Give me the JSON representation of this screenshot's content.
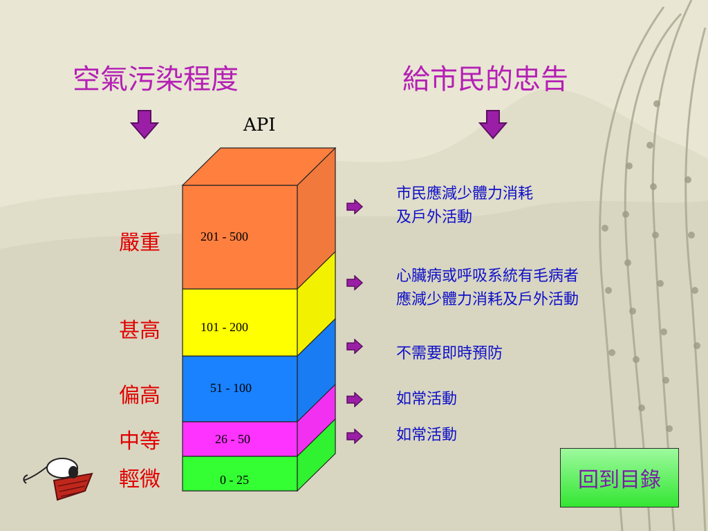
{
  "titles": {
    "left": "空氣污染程度",
    "right": "給市民的忠告"
  },
  "api_label": "API",
  "levels": [
    {
      "name": "嚴重",
      "range": "201 - 500",
      "color": "#ff7f3f"
    },
    {
      "name": "甚高",
      "range": "101 - 200",
      "color": "#ffff00"
    },
    {
      "name": "偏高",
      "range": "51 - 100",
      "color": "#1a82ff"
    },
    {
      "name": "中等",
      "range": "26 - 50",
      "color": "#ff33ff"
    },
    {
      "name": "輕微",
      "range": "0 - 25",
      "color": "#33ff33"
    }
  ],
  "advice": [
    [
      "市民應減少體力消耗",
      "及戶外活動"
    ],
    [
      "心臟病或呼吸系統有毛病者",
      "應減少體力消耗及戶外活動"
    ],
    [
      "不需要即時預防"
    ],
    [
      "如常活動"
    ],
    [
      "如常活動"
    ]
  ],
  "back_button": "回到目錄"
}
